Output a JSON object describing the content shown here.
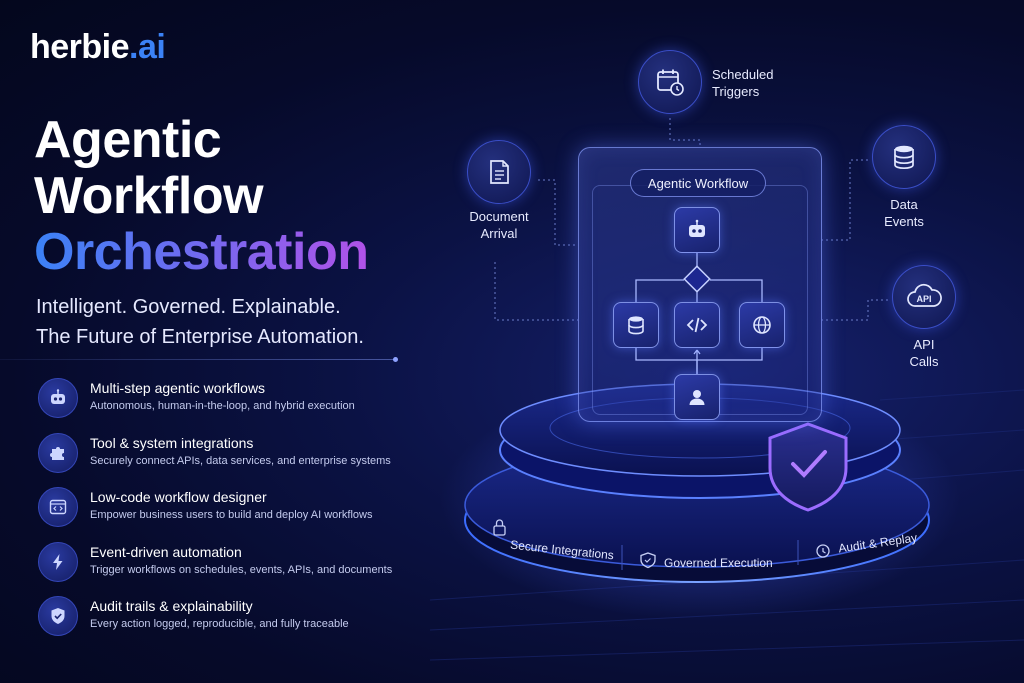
{
  "brand": {
    "name": "herbie",
    "suffix": ".ai"
  },
  "headline": {
    "line1": "Agentic",
    "line2": "Workflow",
    "line3": "Orchestration"
  },
  "tagline": {
    "line1": "Intelligent. Governed. Explainable.",
    "line2": "The Future of Enterprise Automation."
  },
  "features": [
    {
      "icon": "robot-icon",
      "title": "Multi-step agentic workflows",
      "subtitle": "Autonomous, human-in-the-loop, and hybrid execution"
    },
    {
      "icon": "puzzle-icon",
      "title": "Tool & system integrations",
      "subtitle": "Securely connect APIs, data services, and enterprise systems"
    },
    {
      "icon": "code-window-icon",
      "title": "Low-code workflow designer",
      "subtitle": "Empower business users to build and deploy AI workflows"
    },
    {
      "icon": "lightning-icon",
      "title": "Event-driven automation",
      "subtitle": "Trigger workflows on schedules, events, APIs, and documents"
    },
    {
      "icon": "shield-check-icon",
      "title": "Audit trails & explainability",
      "subtitle": "Every action logged, reproducible, and fully traceable"
    }
  ],
  "triggers": {
    "scheduled": {
      "line1": "Scheduled",
      "line2": "Triggers",
      "icon": "calendar-clock-icon"
    },
    "document": {
      "line1": "Document",
      "line2": "Arrival",
      "icon": "document-icon"
    },
    "data": {
      "line1": "Data",
      "line2": "Events",
      "icon": "database-icon"
    },
    "api": {
      "line1": "API",
      "line2": "Calls",
      "icon": "api-cloud-icon",
      "badge": "API"
    }
  },
  "panel": {
    "title": "Agentic Workflow"
  },
  "platform": {
    "secure": "Secure Integrations",
    "governed": "Governed Execution",
    "audit": "Audit & Replay"
  },
  "colors": {
    "accent_blue": "#3b82f6",
    "accent_purple": "#b152e8",
    "shield": "#8b5cf6"
  }
}
